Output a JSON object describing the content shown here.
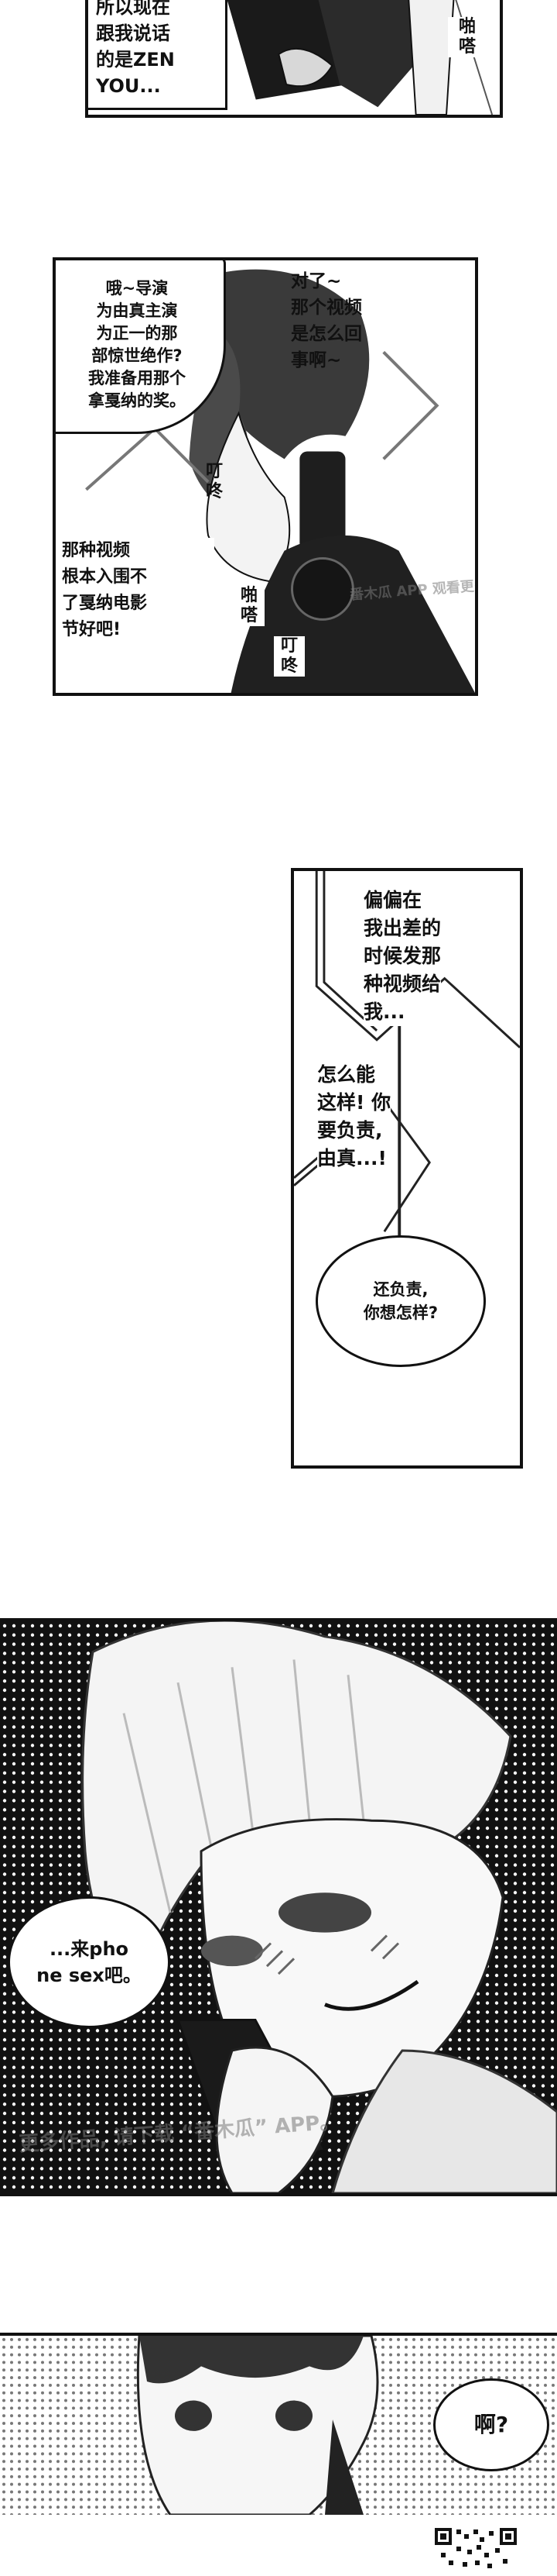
{
  "panel1": {
    "caption_lines": "所以现在\n跟我说话\n的是ZEN\nYOU...",
    "sfx": "啪\n嗒"
  },
  "panel2": {
    "left_caption": "哦~导演\n为由真主演\n为正一的那\n部惊世绝作?\n我准备用那个\n拿戛纳的奖。",
    "right_caption": "对了~\n那个视频\n是怎么回\n事啊~",
    "bottom_caption": "那种视频\n根本入围不\n了戛纳电影\n节好吧!",
    "sfx_ding_1": "叮\n咚",
    "sfx_pa_1": "啪\n嗒",
    "sfx_ding_2": "叮\n咚",
    "watermark": "番木瓜 APP 观看更多作品"
  },
  "panel3": {
    "caption_top": "偏偏在\n我出差的\n时候发那\n种视频给\n我...",
    "caption_mid": "怎么能\n这样! 你\n要负责,\n由真...!",
    "bubble": "还负责,\n你想怎样?"
  },
  "panel4": {
    "bubble": "...来pho\nne sex吧。",
    "watermark": "更多作品, 请下载 “番木瓜” APP。"
  },
  "panel5": {
    "bubble": "啊?"
  }
}
